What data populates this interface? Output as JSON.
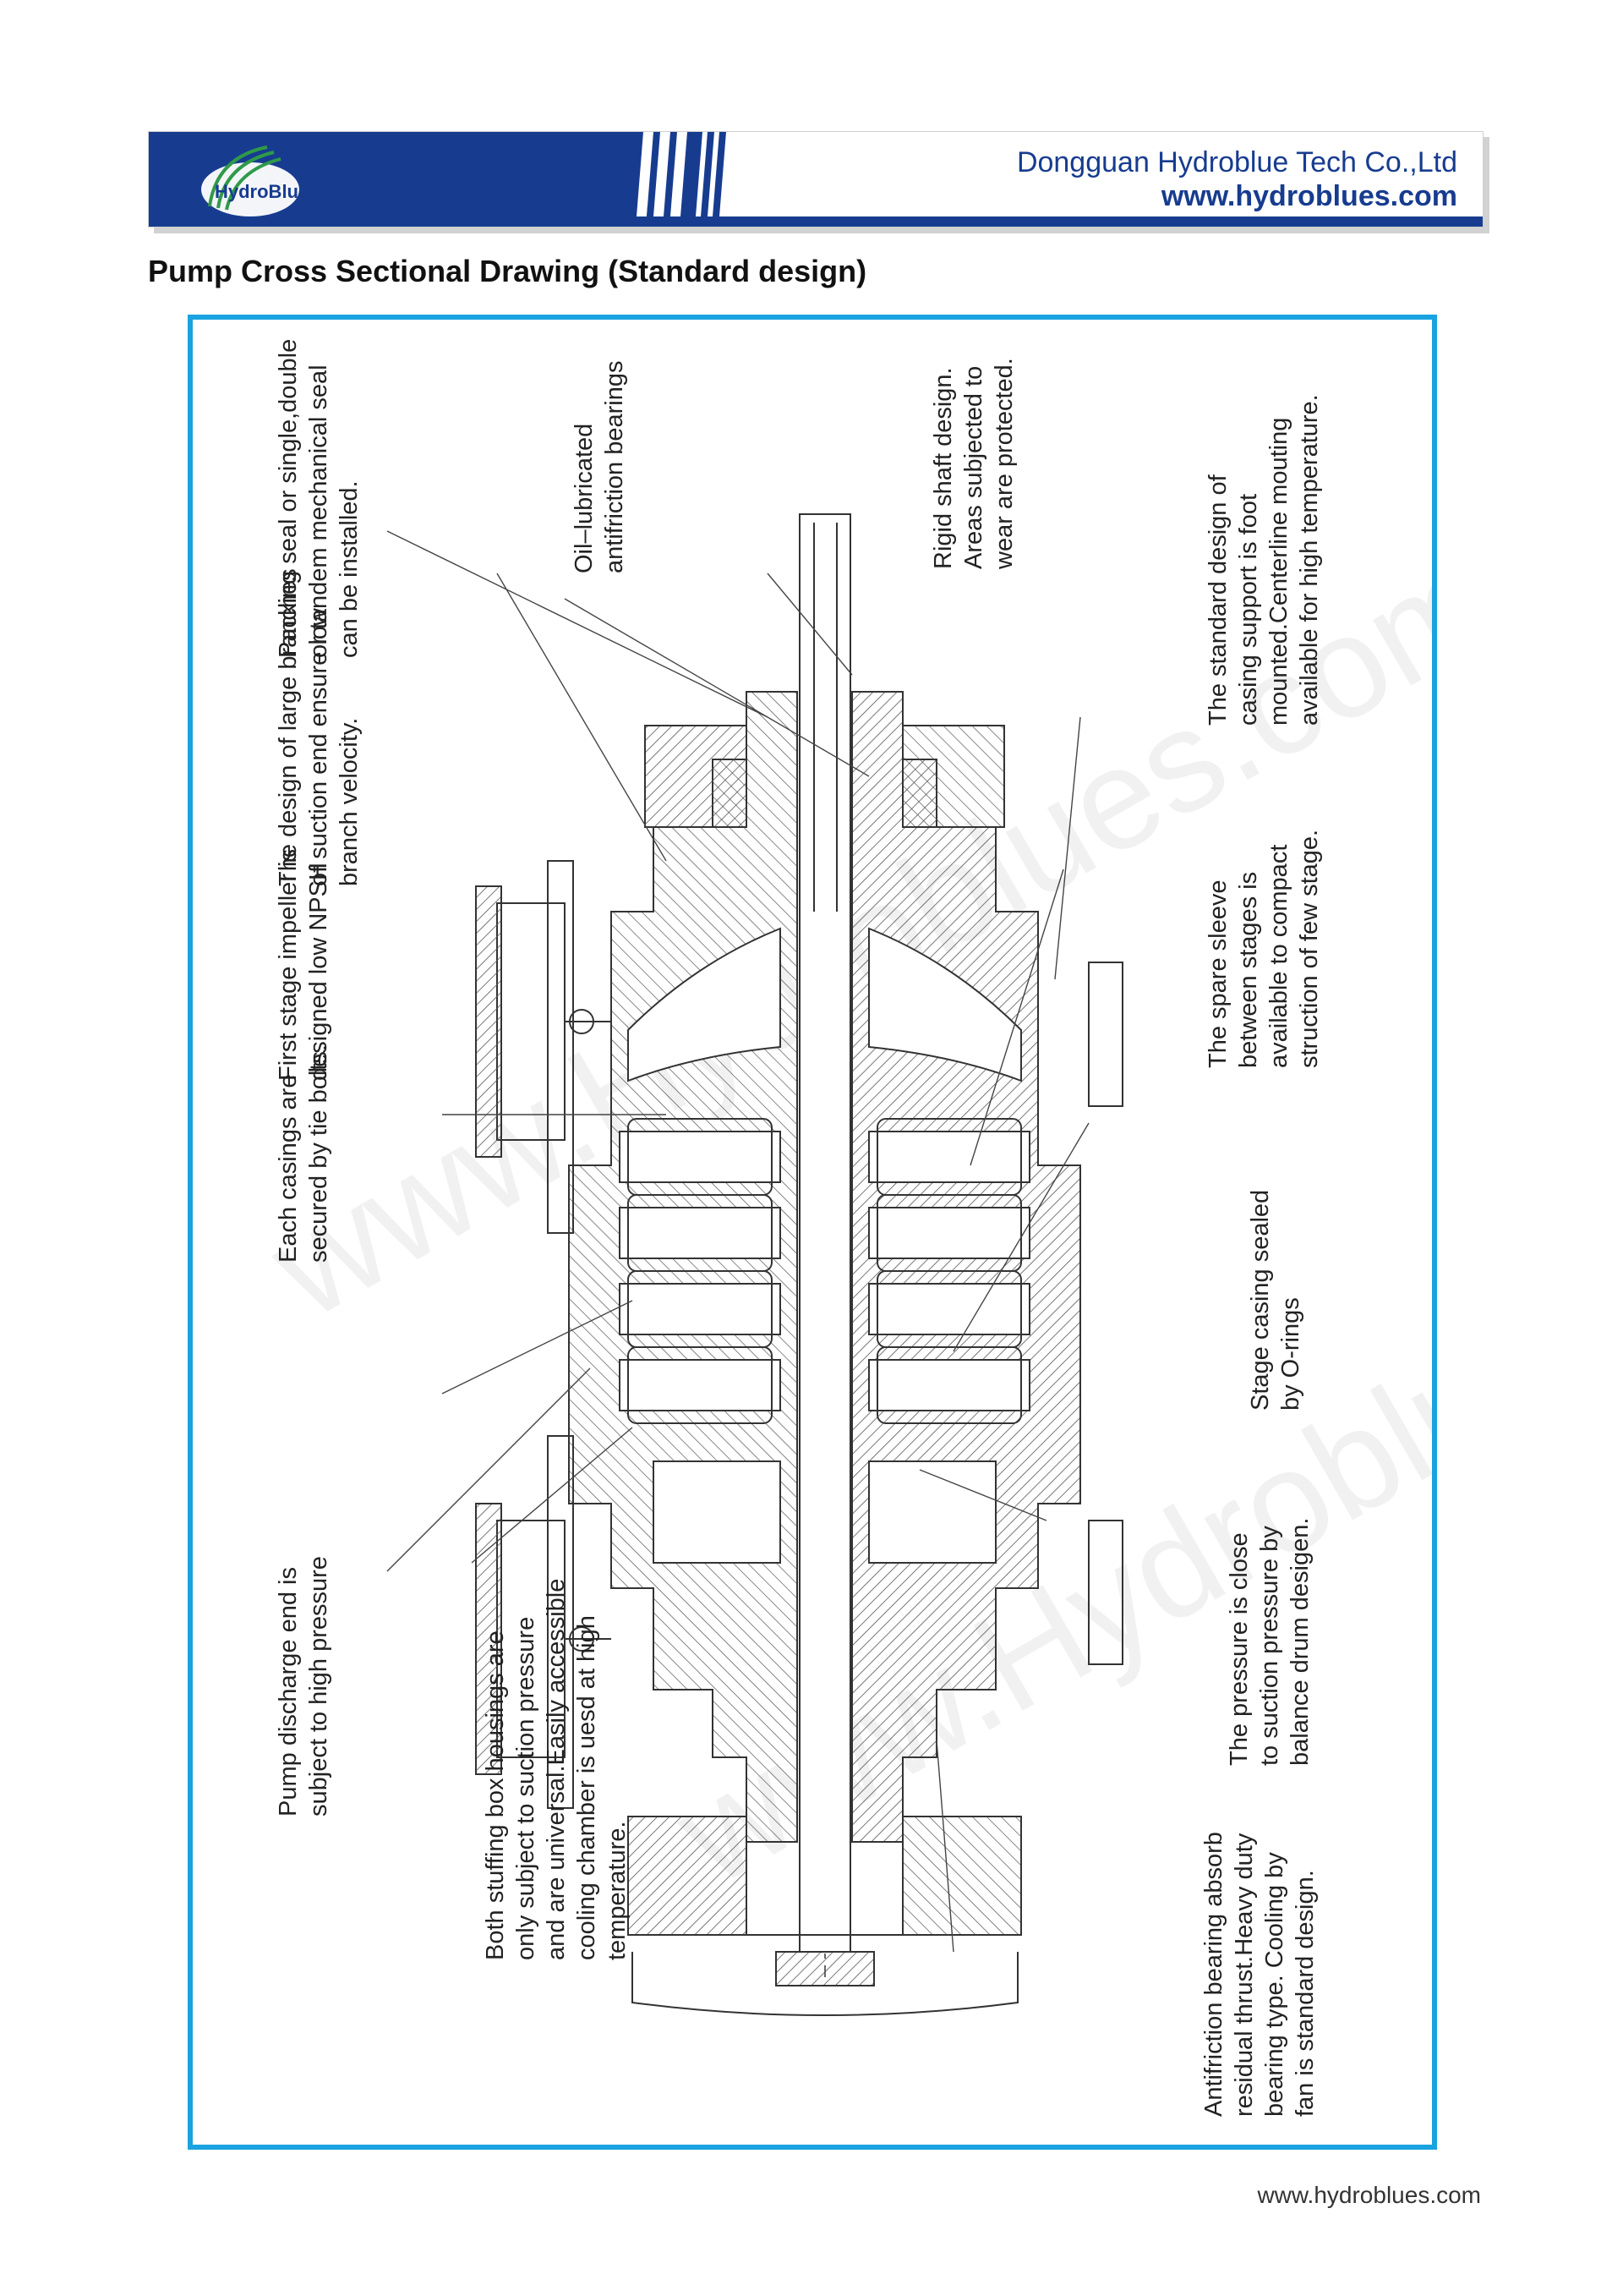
{
  "header": {
    "logo_text": "HydroBlue",
    "company_name": "Dongguan Hydroblue Tech Co.,Ltd",
    "website": "www.hydroblues.com",
    "brand_color": "#173c8f"
  },
  "page_title": "Pump Cross Sectional Drawing (Standard design)",
  "frame_color": "#1aa3e0",
  "watermark_text": "www.Hydroblues.com",
  "callouts": {
    "packing_seal": "Packing seal or single,double\nor tandem mechanical seal\ncan be installed.",
    "suction_branches": "The design of large branches\nof suction end ensure low\nbranch velocity.",
    "oil_bearings": "Oil–lubricated\nantifriction bearings",
    "rigid_shaft": "Rigid shaft design.\nAreas subjected to\nwear are protected.",
    "casing_support": "The standard design of\ncasing support is foot\nmounted.Centerline mouting\navailable for high temperature.",
    "spare_sleeve": "The spare sleeve\nbetween stages is\navailable to compact\nstruction of few stage.",
    "first_stage_impeller": "First stage impeller is\ndesigned low NPSH",
    "stage_casing": "Stage casing sealed\nby O-rings",
    "tie_bolts": "Each casings are\nsecured by tie bolts.",
    "balance_drum": "The pressure is close\nto suction pressure by\nbalance drum desigen.",
    "discharge_end": "Pump discharge end is\nsubject to high pressure",
    "stuffing_box": "Both stuffing box housings are\nonly subject to suction pressure\nand are universal.Easily accessible\ncooling chamber is uesd at high\ntemperature.",
    "antifriction_bearing": "Antifriction bearing absorb\nresidual thrust.Heavy duty\nbearing type. Cooling by\nfan is standard design."
  },
  "footer": {
    "url": "www.hydroblues.com"
  }
}
